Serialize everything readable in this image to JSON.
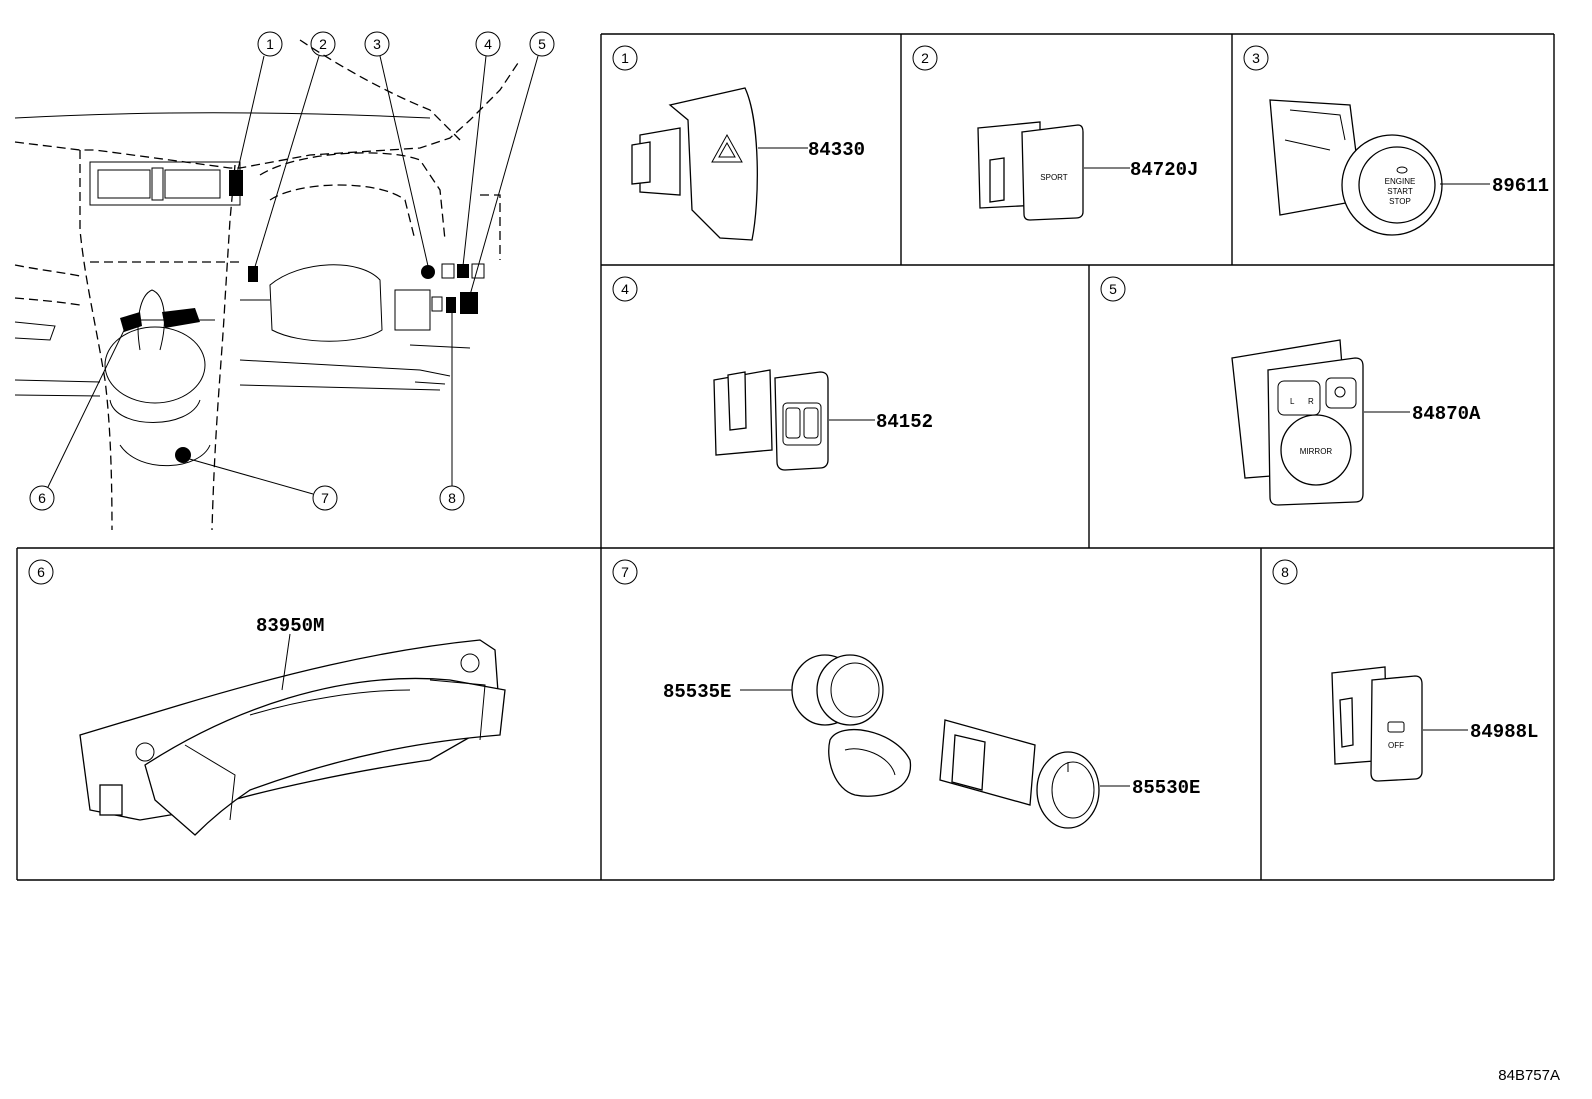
{
  "diagram_code": "84B757A",
  "overview": {
    "callouts": [
      "1",
      "2",
      "3",
      "4",
      "5",
      "6",
      "7",
      "8"
    ]
  },
  "panels": [
    {
      "index": "1",
      "part_numbers": [
        "84330"
      ]
    },
    {
      "index": "2",
      "part_numbers": [
        "84720J"
      ],
      "switch_text": "SPORT"
    },
    {
      "index": "3",
      "part_numbers": [
        "89611"
      ],
      "switch_text": [
        "ENGINE",
        "START",
        "STOP"
      ]
    },
    {
      "index": "4",
      "part_numbers": [
        "84152"
      ]
    },
    {
      "index": "5",
      "part_numbers": [
        "84870A"
      ],
      "switch_text": [
        "L",
        "R",
        "MIRROR"
      ]
    },
    {
      "index": "6",
      "part_numbers": [
        "83950M"
      ]
    },
    {
      "index": "7",
      "part_numbers": [
        "85535E",
        "85530E"
      ]
    },
    {
      "index": "8",
      "part_numbers": [
        "84988L"
      ],
      "switch_text": "OFF"
    }
  ]
}
